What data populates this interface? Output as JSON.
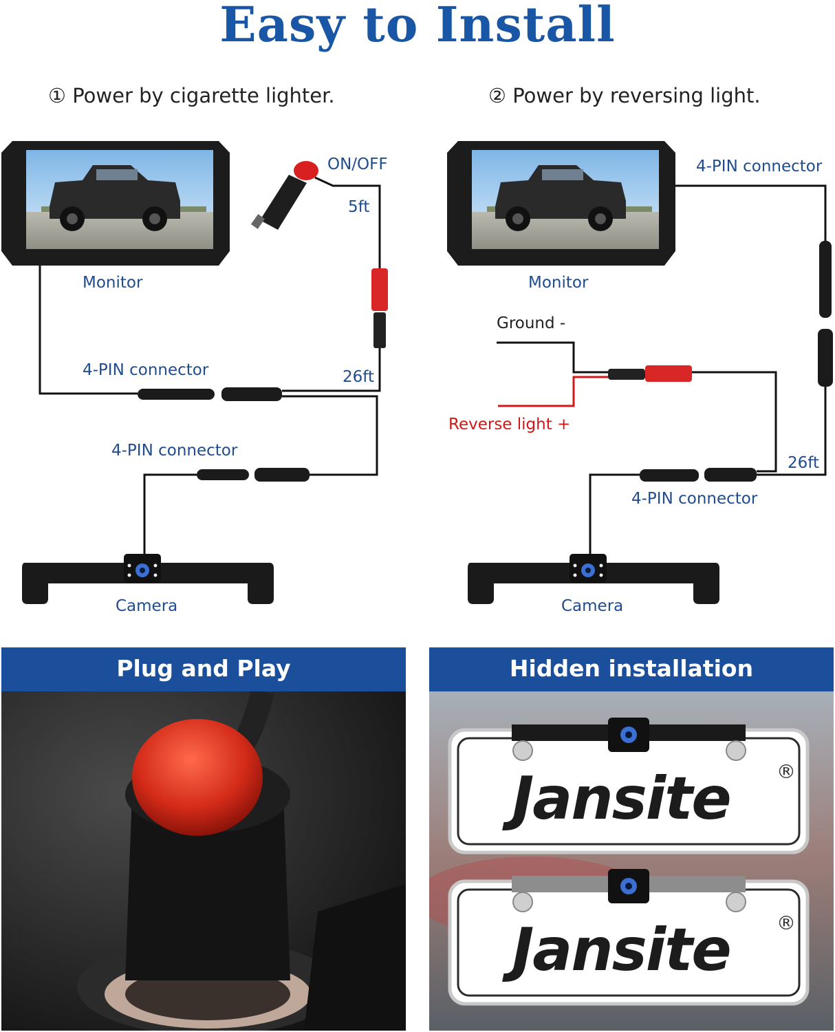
{
  "title": "Easy to Install",
  "method1": {
    "heading": "① Power by cigarette lighter.",
    "monitor_label": "Monitor",
    "switch_label": "ON/OFF",
    "cable_5ft": "5ft",
    "connector_top": "4-PIN connector",
    "cable_26ft": "26ft",
    "connector_bottom": "4-PIN connector",
    "camera_label": "Camera"
  },
  "method2": {
    "heading": "② Power by reversing light.",
    "monitor_label": "Monitor",
    "connector_top": "4-PIN connector",
    "ground_label": "Ground -",
    "reverse_label": "Reverse light +",
    "cable_26ft": "26ft",
    "connector_bottom": "4-PIN connector",
    "camera_label": "Camera"
  },
  "panel_left": {
    "banner": "Plug and Play"
  },
  "panel_right": {
    "banner": "Hidden installation",
    "brand": "Jansite",
    "registered": "®"
  },
  "colors": {
    "title_blue": "#1a56a6",
    "label_blue": "#1f4c8f",
    "banner_blue": "#1b4f9c",
    "wire_red": "#d01818"
  }
}
